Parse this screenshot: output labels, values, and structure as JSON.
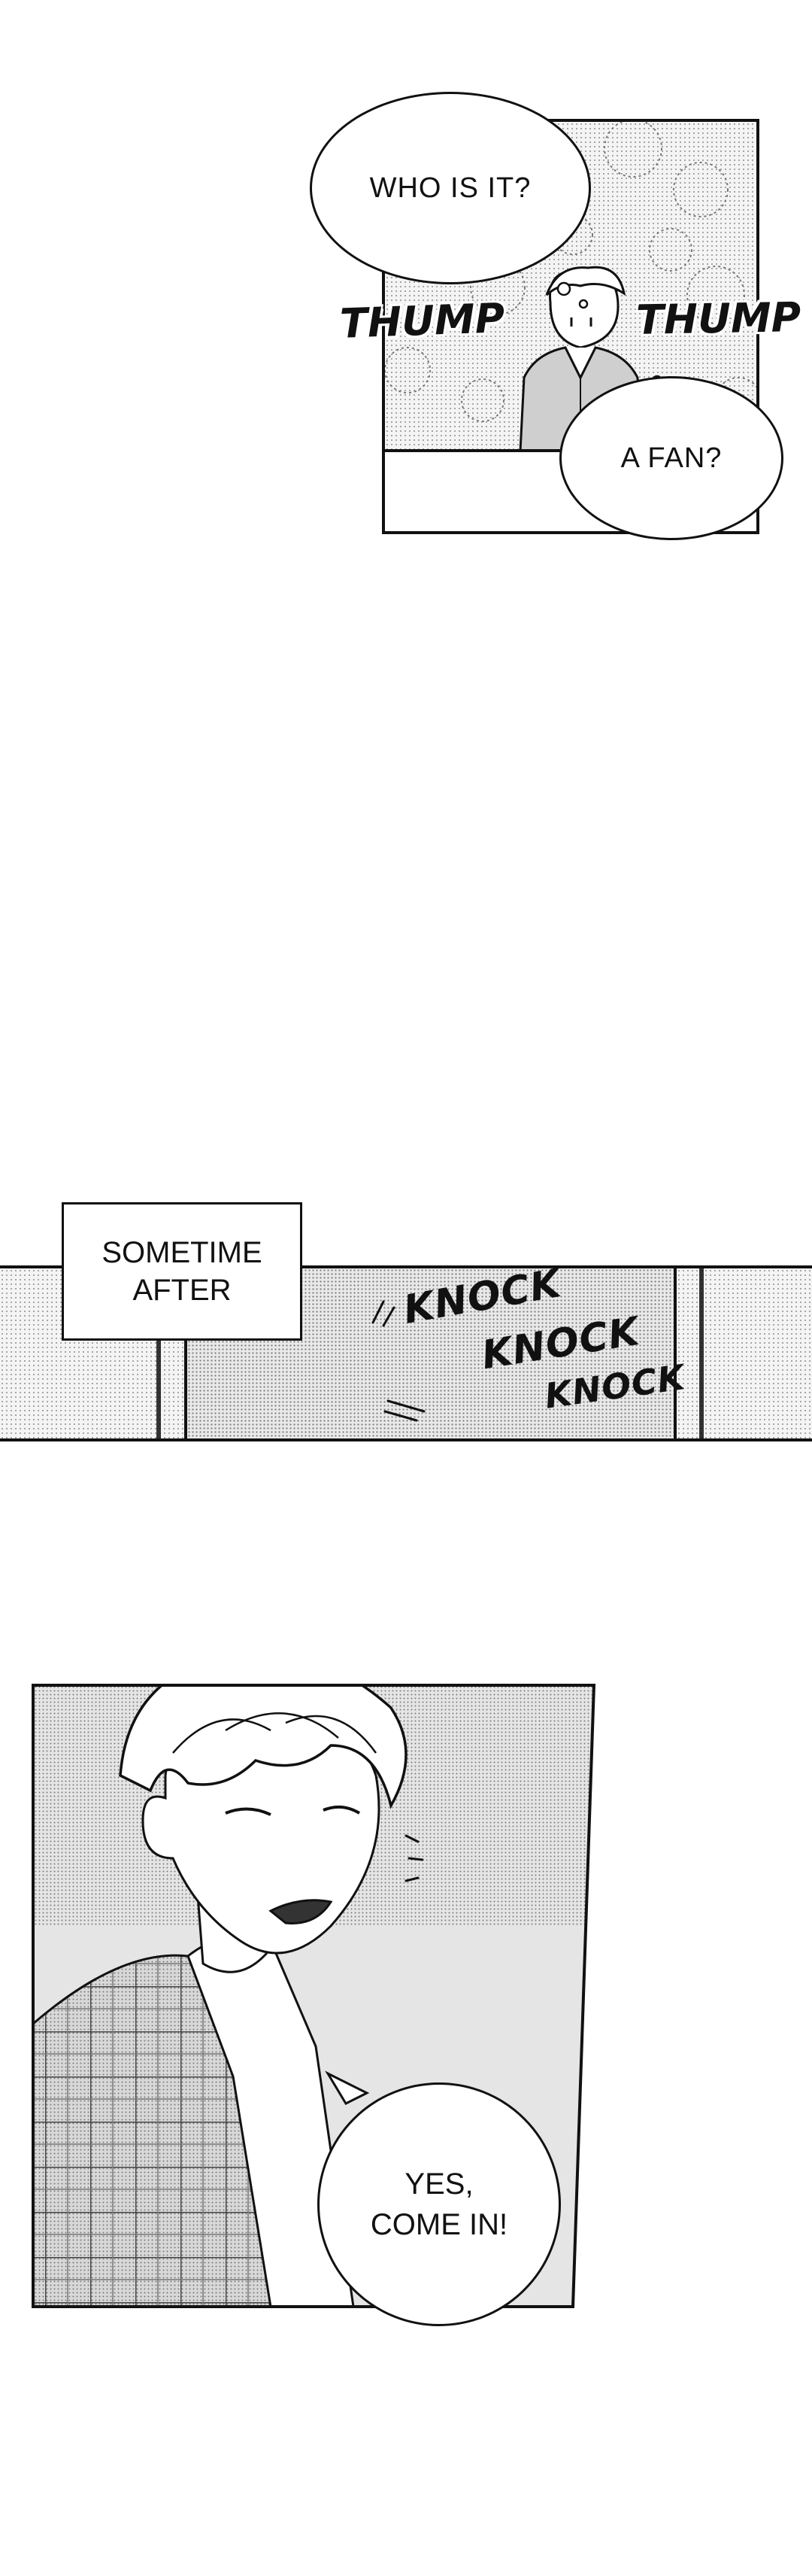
{
  "panel1": {
    "thought_top": "WHO IS IT?",
    "thought_bottom": "A FAN?",
    "sfx_left": "THUMP",
    "sfx_right": "THUMP"
  },
  "panel2": {
    "caption_line1": "SOMETIME",
    "caption_line2": "AFTER",
    "sfx_knock_1": "KNOCK",
    "sfx_knock_2": "KNOCK",
    "sfx_knock_3": "KNOCK"
  },
  "panel3": {
    "speech_line1": "YES,",
    "speech_line2": "COME IN!"
  }
}
